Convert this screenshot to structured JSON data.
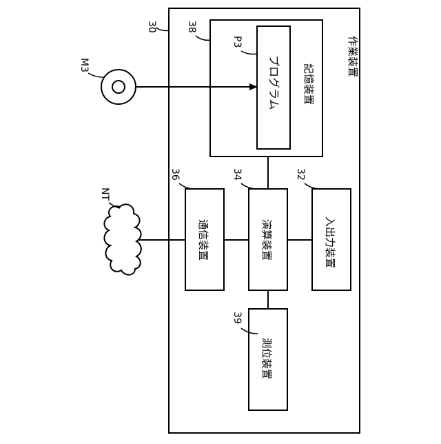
{
  "diagram": {
    "outer": {
      "ref": "30",
      "label": "作業装置"
    },
    "storage": {
      "ref": "38",
      "label": "記憶装置"
    },
    "program": {
      "ref": "P3",
      "label": "プログラム"
    },
    "media": {
      "ref": "M3"
    },
    "network": {
      "ref": "NT"
    },
    "comm": {
      "ref": "36",
      "label": "通信装置"
    },
    "compute": {
      "ref": "34",
      "label": "演算装置"
    },
    "io": {
      "ref": "32",
      "label": "入出力装置"
    },
    "position": {
      "ref": "39",
      "label": "測位装置"
    }
  },
  "colors": {
    "stroke": "#000000",
    "background": "#ffffff"
  }
}
